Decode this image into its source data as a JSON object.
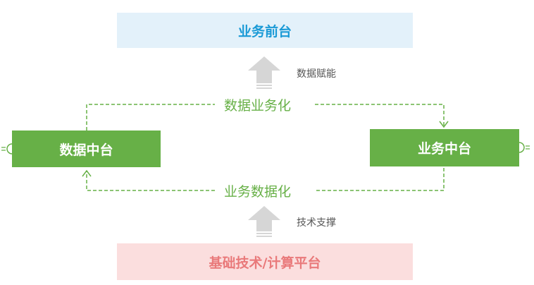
{
  "boxes": {
    "top": "业务前台",
    "bottom": "基础技术/计算平台",
    "left": "数据中台",
    "right": "业务中台"
  },
  "labels": {
    "empower": "数据赋能",
    "support": "技术支撑",
    "data_to_biz": "数据业务化",
    "biz_to_data": "业务数据化"
  },
  "colors": {
    "green": "#67b047",
    "blue": "#1a9ad6",
    "pink": "#e9797a"
  }
}
